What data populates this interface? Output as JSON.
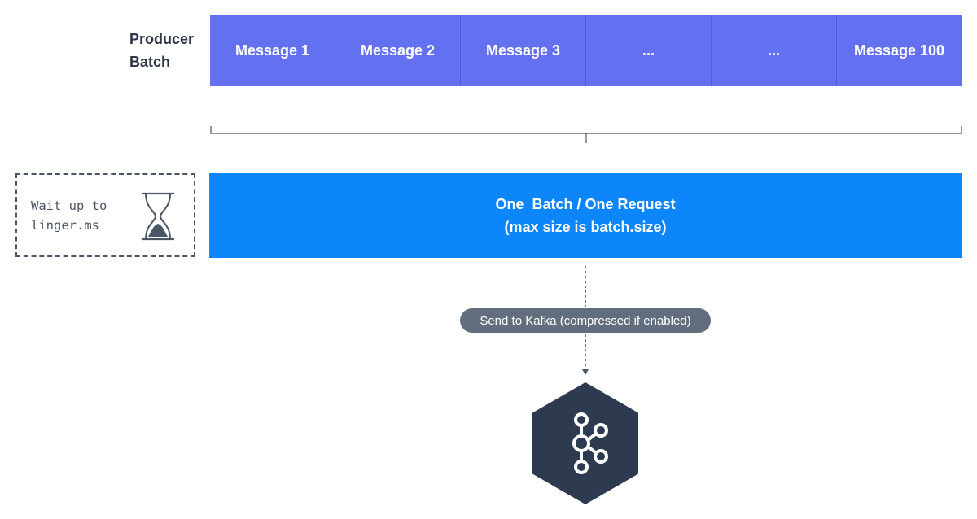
{
  "producer_batch": {
    "label_line1": "Producer",
    "label_line2": "Batch",
    "messages": [
      "Message 1",
      "Message 2",
      "Message 3",
      "...",
      "...",
      "Message 100"
    ]
  },
  "wait": {
    "text": "Wait up to\nlinger.ms",
    "icon": "hourglass-icon"
  },
  "request": {
    "line1": "One  Batch / One Request",
    "line2": "(max size is batch.size)"
  },
  "send_label": "Send to Kafka (compressed if enabled)",
  "kafka": {
    "icon": "kafka-logo-icon"
  },
  "colors": {
    "message_cell": "#6371f1",
    "request_bar": "#0d85fb",
    "pill": "#626d7e",
    "kafka_hex": "#2d3a4f",
    "text_dark": "#2d3748"
  }
}
